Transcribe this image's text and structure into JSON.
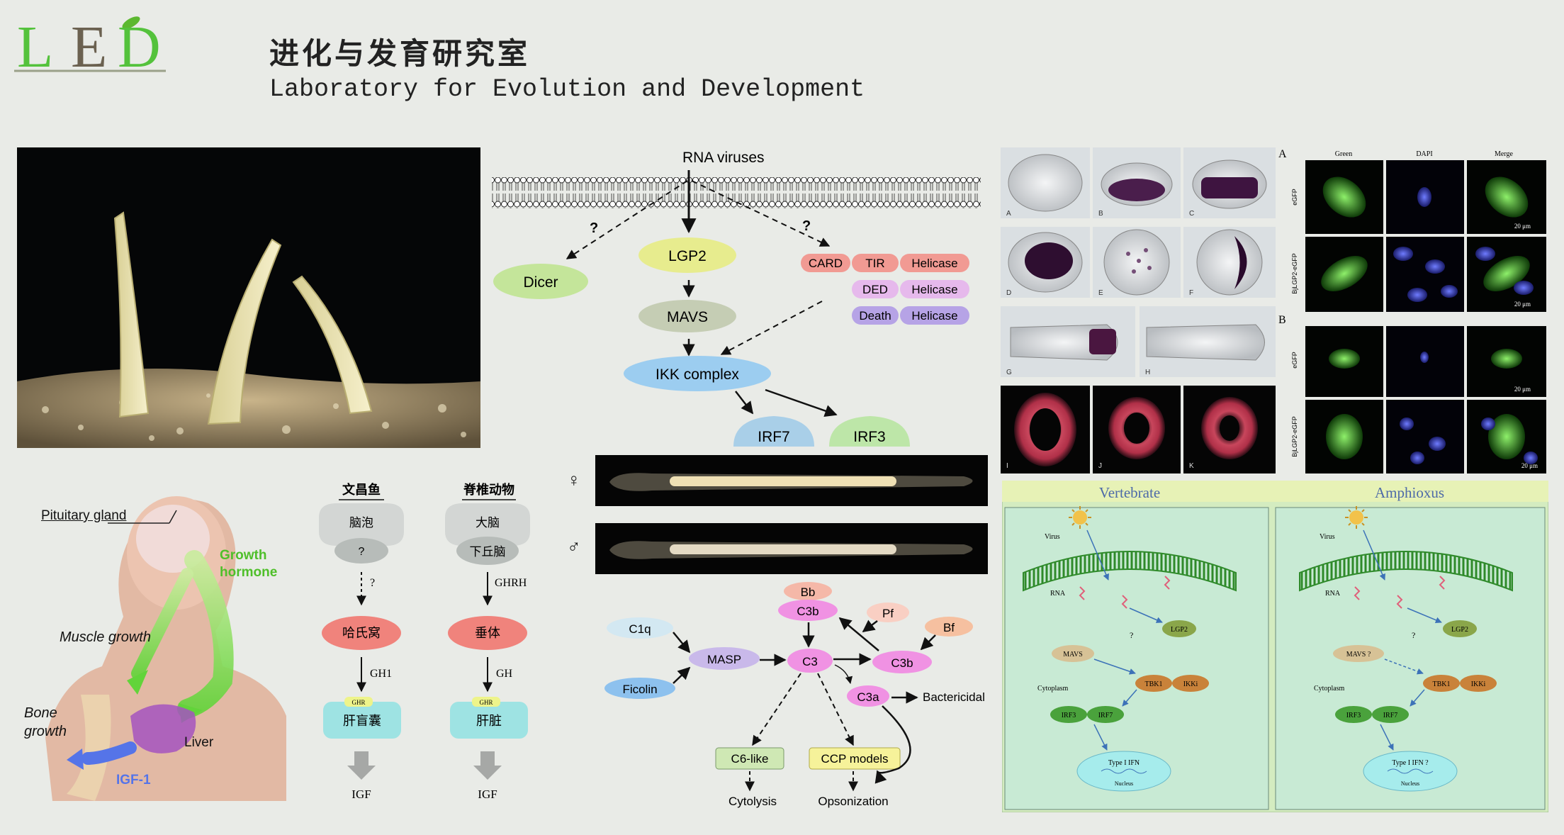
{
  "header": {
    "logo_letters": [
      "L",
      "E",
      "D"
    ],
    "title_cn": "进化与发育研究室",
    "title_en": "Laboratory for Evolution and Development"
  },
  "endocrine": {
    "pituitary": "Pituitary gland",
    "growth_hormone_1": "Growth",
    "growth_hormone_2": "hormone",
    "muscle": "Muscle growth",
    "bone_1": "Bone",
    "bone_2": "growth",
    "liver": "Liver",
    "igf1": "IGF-1"
  },
  "comparison": {
    "amphioxus": {
      "title": "文昌鱼",
      "top": "脑泡",
      "sub": "?",
      "arrow1": "?",
      "gland": "哈氏窝",
      "arrow2": "GH1",
      "receptor": "GHR",
      "organ": "肝盲囊",
      "output": "IGF"
    },
    "vertebrate": {
      "title": "脊椎动物",
      "top": "大脑",
      "sub": "下丘脑",
      "arrow1": "GHRH",
      "gland": "垂体",
      "arrow2": "GH",
      "receptor": "GHR",
      "organ": "肝脏",
      "output": "IGF"
    }
  },
  "rna_pathway": {
    "virus": "RNA viruses",
    "q1": "?",
    "q2": "?",
    "dicer": "Dicer",
    "lgp2": "LGP2",
    "mavs": "MAVS",
    "ikk": "IKK complex",
    "irf7": "IRF7",
    "irf3": "IRF3",
    "card": "CARD",
    "tir": "TIR",
    "helicase": "Helicase",
    "ded": "DED",
    "death": "Death"
  },
  "sex_symbols": {
    "female": "♀",
    "male": "♂"
  },
  "complement": {
    "bb": "Bb",
    "c3b_top": "C3b",
    "pf": "Pf",
    "bf": "Bf",
    "c1q": "C1q",
    "masp": "MASP",
    "ficolin": "Ficolin",
    "c3": "C3",
    "c3b_right": "C3b",
    "c3a": "C3a",
    "bactericidal": "Bactericidal",
    "c6like": "C6-like",
    "ccp": "CCP models",
    "cytolysis": "Cytolysis",
    "opsonization": "Opsonization"
  },
  "micro_panels": {
    "labels": [
      "A",
      "B",
      "C",
      "D",
      "E",
      "F",
      "G",
      "H",
      "I",
      "J",
      "K"
    ]
  },
  "fluorescence": {
    "A": "A",
    "B": "B",
    "green": "Green",
    "dapi": "DAPI",
    "merge": "Merge",
    "egfp": "eGFP",
    "bjlgp2": "BjLGP2-eGFP",
    "scale": "20 μm"
  },
  "comparison_panel": {
    "vertebrate": {
      "title": "Vertebrate",
      "virus": "Virus",
      "rna": "RNA",
      "lgp2": "LGP2",
      "q": "?",
      "mavs": "MAVS",
      "cytoplasm": "Cytoplasm",
      "tbk1": "TBK1",
      "ikki": "IKKi",
      "irf3": "IRF3",
      "irf7": "IRF7",
      "ifn": "Type I IFN",
      "nucleus": "Nucleus"
    },
    "amphioxus": {
      "title": "Amphioxus",
      "virus": "Virus",
      "rna": "RNA",
      "lgp2": "LGP2",
      "q": "?",
      "mavs": "MAVS ?",
      "cytoplasm": "Cytoplasm",
      "tbk1": "TBK1",
      "ikki": "IKKi",
      "irf3": "IRF3",
      "irf7": "IRF7",
      "ifn": "Type I IFN ?",
      "nucleus": "Nucleus"
    }
  },
  "colors": {
    "logo_green": "#54c23c",
    "dicer": "#c4e59a",
    "lgp2": "#e7ec8e",
    "mavs": "#c5cdb4",
    "ikk": "#9ccdf0",
    "irf7": "#a9cfe8",
    "irf3": "#bde6a8",
    "card": "#f19a93",
    "ded": "#e6b9ec",
    "death": "#b6a3e6",
    "c3": "#f092e3",
    "masp": "#c9b9ea",
    "c6like": "#cfe8b4",
    "ccp": "#f6f29a",
    "gland": "#f0837c",
    "organ": "#9ee3e3"
  }
}
